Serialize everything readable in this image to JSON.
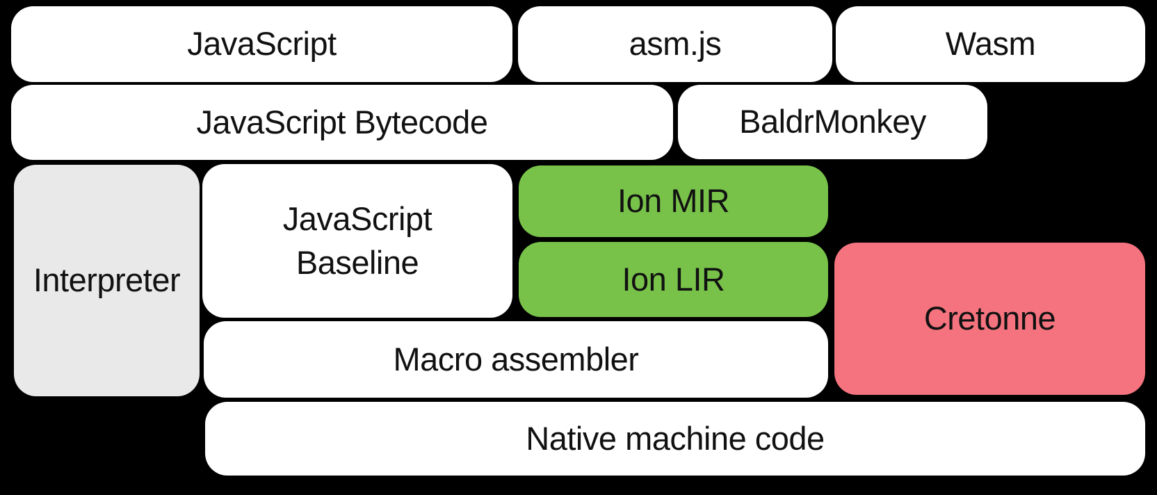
{
  "diagram": {
    "background": "#000000",
    "colors": {
      "box_default": "#ffffff",
      "box_muted": "#e9e9e9",
      "box_green": "#78c24a",
      "box_pink": "#f4737e",
      "text": "#111111"
    },
    "boxes": [
      {
        "id": "javascript",
        "label": "JavaScript",
        "fill": "default"
      },
      {
        "id": "asmjs",
        "label": "asm.js",
        "fill": "default"
      },
      {
        "id": "wasm",
        "label": "Wasm",
        "fill": "default"
      },
      {
        "id": "js-bytecode",
        "label": "JavaScript Bytecode",
        "fill": "default"
      },
      {
        "id": "baldrmonkey",
        "label": "BaldrMonkey",
        "fill": "default"
      },
      {
        "id": "interpreter",
        "label": "Interpreter",
        "fill": "muted"
      },
      {
        "id": "js-baseline",
        "label": "JavaScript\nBaseline",
        "fill": "default"
      },
      {
        "id": "ion-mir",
        "label": "Ion MIR",
        "fill": "green"
      },
      {
        "id": "ion-lir",
        "label": "Ion LIR",
        "fill": "green"
      },
      {
        "id": "cretonne",
        "label": "Cretonne",
        "fill": "pink"
      },
      {
        "id": "macro-assembler",
        "label": "Macro assembler",
        "fill": "default"
      },
      {
        "id": "native-machine-code",
        "label": "Native machine code",
        "fill": "default"
      }
    ]
  }
}
